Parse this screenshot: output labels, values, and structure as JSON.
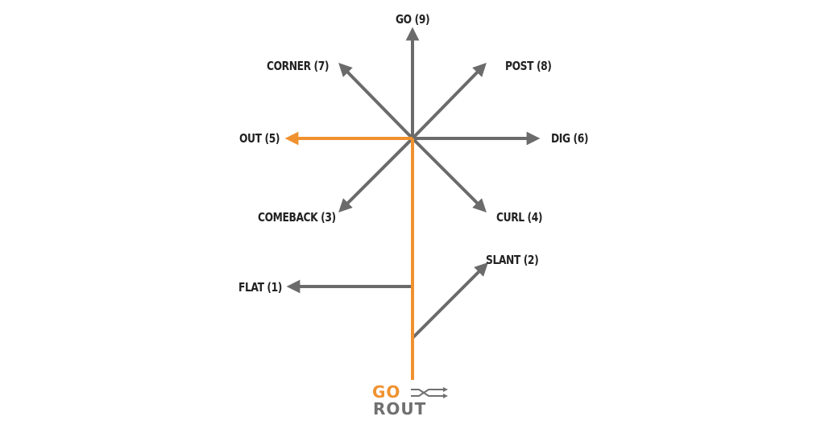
{
  "colors": {
    "route": "#6b6b6b",
    "highlight": "#f0912f",
    "label": "#222222",
    "logo_orange": "#f0912f",
    "logo_gray": "#707070"
  },
  "routes": [
    {
      "key": "go",
      "label": "GO (9)"
    },
    {
      "key": "post",
      "label": "POST (8)"
    },
    {
      "key": "corner",
      "label": "CORNER (7)"
    },
    {
      "key": "dig",
      "label": "DIG (6)"
    },
    {
      "key": "out",
      "label": "OUT (5)"
    },
    {
      "key": "curl",
      "label": "CURL (4)"
    },
    {
      "key": "comeback",
      "label": "COMEBACK (3)"
    },
    {
      "key": "slant",
      "label": "SLANT (2)"
    },
    {
      "key": "flat",
      "label": "FLAT (1)"
    }
  ],
  "highlighted_route": "out",
  "logo": {
    "line1": "GO",
    "line2": "ROUT"
  }
}
